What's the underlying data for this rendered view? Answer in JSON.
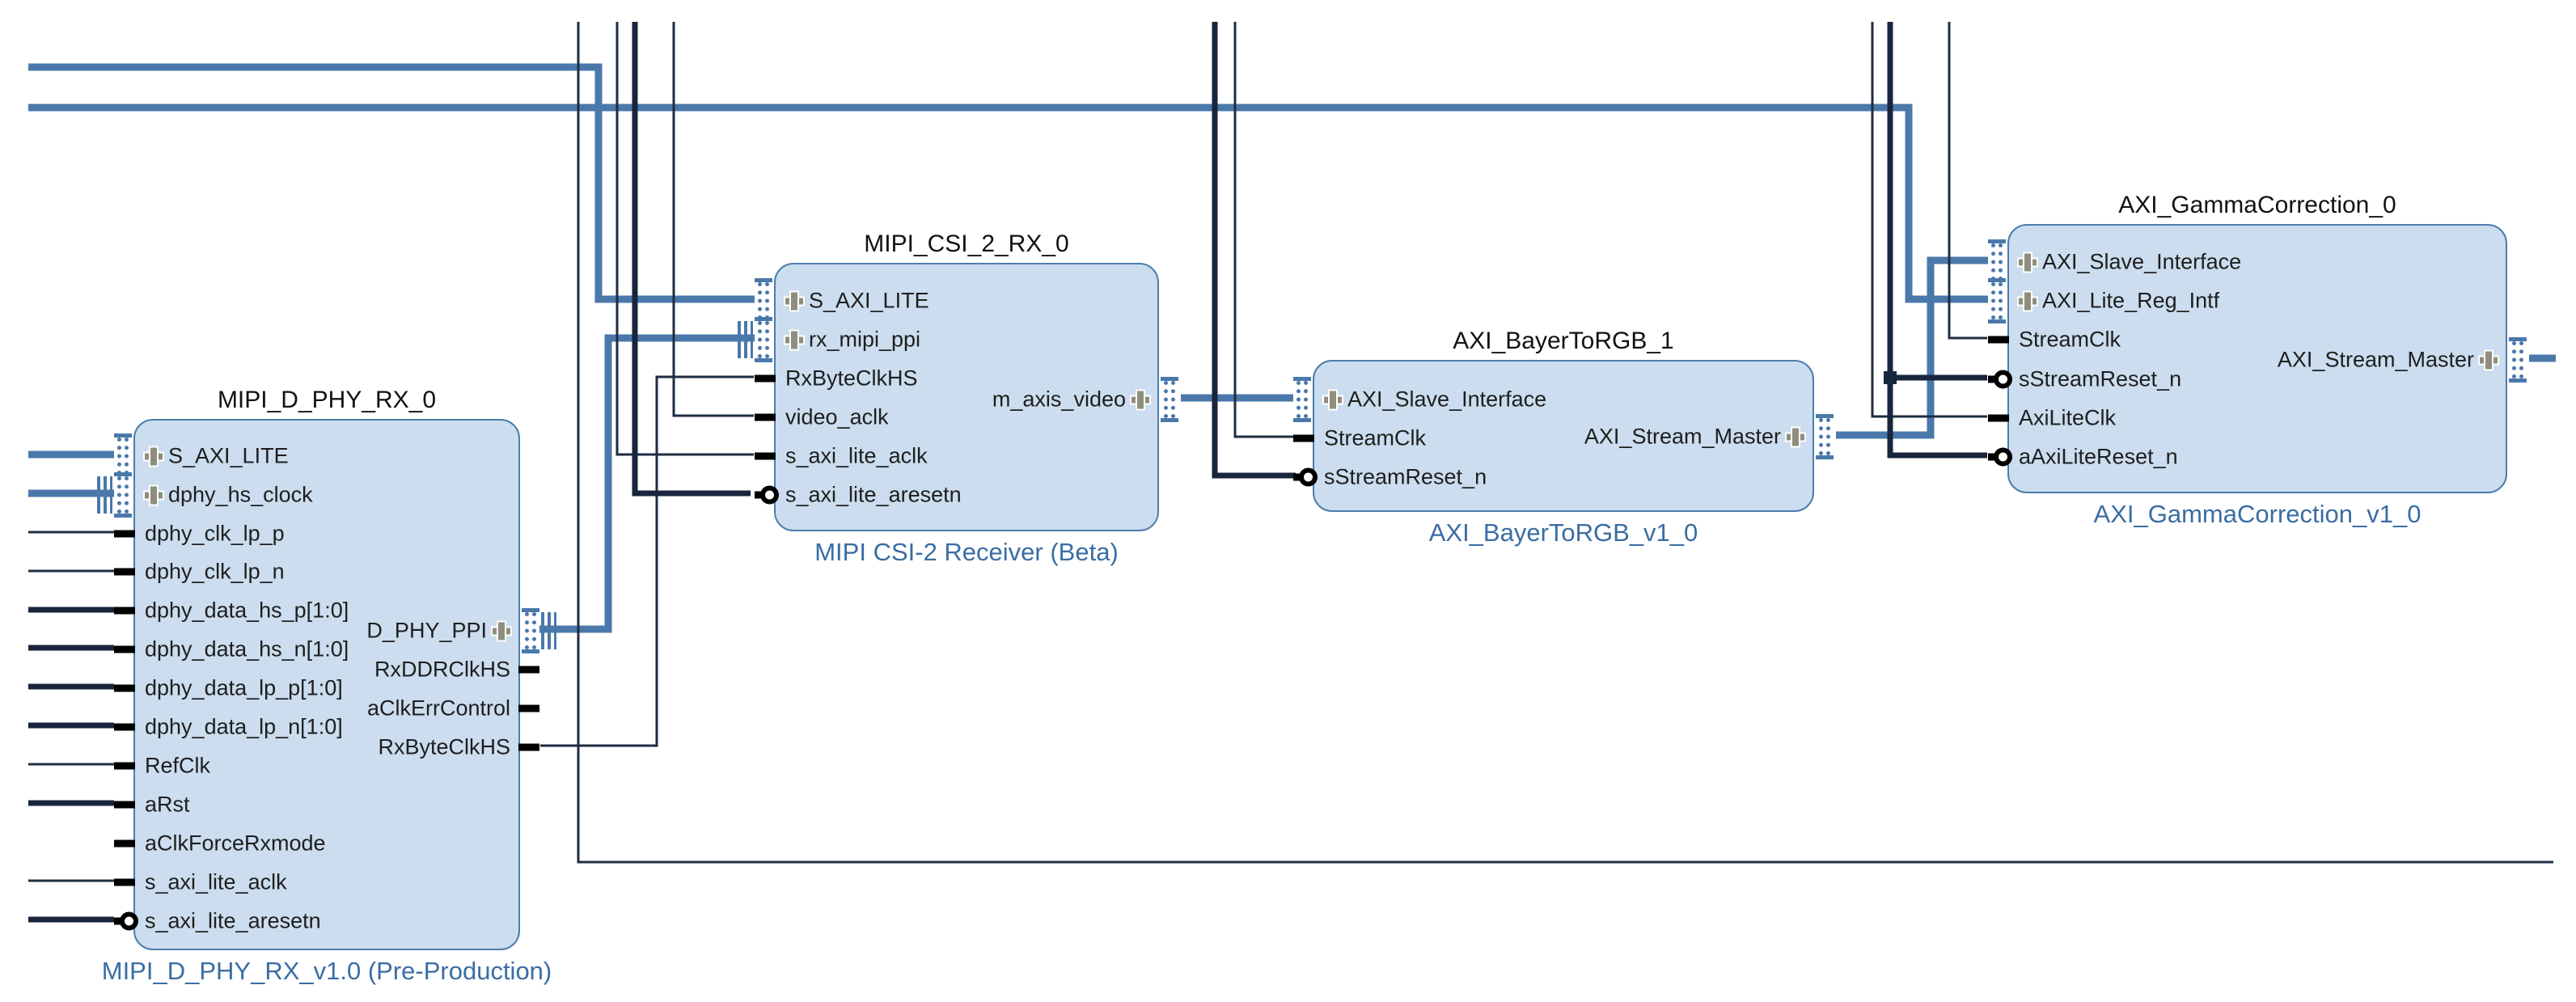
{
  "diagram": {
    "tool": "block-design-canvas",
    "background": "#ffffff",
    "palette": {
      "block_fill": "#cbddee",
      "block_border": "#4d7dad",
      "title_color": "#121212",
      "subtitle_color": "#3a6da3",
      "wire_interface_blue": "#4a78aa",
      "wire_thin_dark": "#1e2d42",
      "wire_thick_dark": "#17263c",
      "port_stub_black": "#000000",
      "plus_icon_gray": "#8e8e7c"
    },
    "blocks": [
      {
        "title": "MIPI_D_PHY_RX_0",
        "subtitle": "MIPI_D_PHY_RX_v1.0 (Pre-Production)",
        "left_ports": [
          {
            "name": "S_AXI_LITE",
            "type": "interface"
          },
          {
            "name": "dphy_hs_clock",
            "type": "interface"
          },
          {
            "name": "dphy_clk_lp_p",
            "type": "scalar"
          },
          {
            "name": "dphy_clk_lp_n",
            "type": "scalar"
          },
          {
            "name": "dphy_data_hs_p[1:0]",
            "type": "bus"
          },
          {
            "name": "dphy_data_hs_n[1:0]",
            "type": "bus"
          },
          {
            "name": "dphy_data_lp_p[1:0]",
            "type": "bus"
          },
          {
            "name": "dphy_data_lp_n[1:0]",
            "type": "bus"
          },
          {
            "name": "RefClk",
            "type": "scalar"
          },
          {
            "name": "aRst",
            "type": "bus"
          },
          {
            "name": "aClkForceRxmode",
            "type": "scalar-unconnected"
          },
          {
            "name": "s_axi_lite_aclk",
            "type": "scalar"
          },
          {
            "name": "s_axi_lite_aresetn",
            "type": "reset-active-low"
          }
        ],
        "right_ports": [
          {
            "name": "D_PHY_PPI",
            "type": "interface"
          },
          {
            "name": "RxDDRClkHS",
            "type": "scalar-unconnected"
          },
          {
            "name": "aClkErrControl",
            "type": "scalar-unconnected"
          },
          {
            "name": "RxByteClkHS",
            "type": "scalar"
          }
        ]
      },
      {
        "title": "MIPI_CSI_2_RX_0",
        "subtitle": "MIPI CSI-2 Receiver (Beta)",
        "left_ports": [
          {
            "name": "S_AXI_LITE",
            "type": "interface"
          },
          {
            "name": "rx_mipi_ppi",
            "type": "interface"
          },
          {
            "name": "RxByteClkHS",
            "type": "scalar"
          },
          {
            "name": "video_aclk",
            "type": "scalar"
          },
          {
            "name": "s_axi_lite_aclk",
            "type": "scalar"
          },
          {
            "name": "s_axi_lite_aresetn",
            "type": "reset-active-low"
          }
        ],
        "right_ports": [
          {
            "name": "m_axis_video",
            "type": "interface"
          }
        ]
      },
      {
        "title": "AXI_BayerToRGB_1",
        "subtitle": "AXI_BayerToRGB_v1_0",
        "left_ports": [
          {
            "name": "AXI_Slave_Interface",
            "type": "interface"
          },
          {
            "name": "StreamClk",
            "type": "scalar"
          },
          {
            "name": "sStreamReset_n",
            "type": "reset-active-low"
          }
        ],
        "right_ports": [
          {
            "name": "AXI_Stream_Master",
            "type": "interface"
          }
        ]
      },
      {
        "title": "AXI_GammaCorrection_0",
        "subtitle": "AXI_GammaCorrection_v1_0",
        "left_ports": [
          {
            "name": "AXI_Slave_Interface",
            "type": "interface"
          },
          {
            "name": "AXI_Lite_Reg_Intf",
            "type": "interface"
          },
          {
            "name": "StreamClk",
            "type": "scalar"
          },
          {
            "name": "sStreamReset_n",
            "type": "reset-active-low"
          },
          {
            "name": "AxiLiteClk",
            "type": "scalar"
          },
          {
            "name": "aAxiLiteReset_n",
            "type": "reset-active-low"
          }
        ],
        "right_ports": [
          {
            "name": "AXI_Stream_Master",
            "type": "interface"
          }
        ]
      }
    ],
    "connections": [
      {
        "from": "edge-left",
        "to": "MIPI_D_PHY_RX_0.S_AXI_LITE"
      },
      {
        "from": "edge-left",
        "to": "MIPI_D_PHY_RX_0.dphy_hs_clock"
      },
      {
        "from": "edge-left",
        "to": "MIPI_D_PHY_RX_0 scalar inputs (dphy_clk_lp_p/n, dphy_data_hs_p/n[1:0], dphy_data_lp_p/n[1:0], RefClk, aRst, s_axi_lite_aclk, s_axi_lite_aresetn)"
      },
      {
        "from": "edge-left",
        "to": "MIPI_CSI_2_RX_0.S_AXI_LITE"
      },
      {
        "from": "edge-left",
        "to": "AXI_GammaCorrection_0.AXI_Lite_Reg_Intf"
      },
      {
        "from": "MIPI_D_PHY_RX_0.D_PHY_PPI",
        "to": "MIPI_CSI_2_RX_0.rx_mipi_ppi"
      },
      {
        "from": "MIPI_D_PHY_RX_0.RxByteClkHS",
        "to": "MIPI_CSI_2_RX_0.RxByteClkHS"
      },
      {
        "from": "edge-top",
        "to": "MIPI_CSI_2_RX_0.video_aclk"
      },
      {
        "from": "edge-top",
        "to": "MIPI_CSI_2_RX_0.s_axi_lite_aclk"
      },
      {
        "from": "edge-top",
        "to": "MIPI_CSI_2_RX_0.s_axi_lite_aresetn"
      },
      {
        "from": "edge-top",
        "to": "edge-right (routed along bottom of canvas)"
      },
      {
        "from": "MIPI_CSI_2_RX_0.m_axis_video",
        "to": "AXI_BayerToRGB_1.AXI_Slave_Interface"
      },
      {
        "from": "edge-top",
        "to": "AXI_BayerToRGB_1.StreamClk"
      },
      {
        "from": "edge-top",
        "to": "AXI_BayerToRGB_1.sStreamReset_n"
      },
      {
        "from": "AXI_BayerToRGB_1.AXI_Stream_Master",
        "to": "AXI_GammaCorrection_0.AXI_Slave_Interface"
      },
      {
        "from": "edge-top",
        "to": "AXI_GammaCorrection_0.StreamClk"
      },
      {
        "from": "edge-top",
        "to": "AXI_GammaCorrection_0.AxiLiteClk"
      },
      {
        "from": "edge-top",
        "to": "AXI_GammaCorrection_0.sStreamReset_n + AXI_GammaCorrection_0.aAxiLiteReset_n"
      },
      {
        "from": "AXI_GammaCorrection_0.AXI_Stream_Master",
        "to": "edge-right"
      }
    ]
  }
}
